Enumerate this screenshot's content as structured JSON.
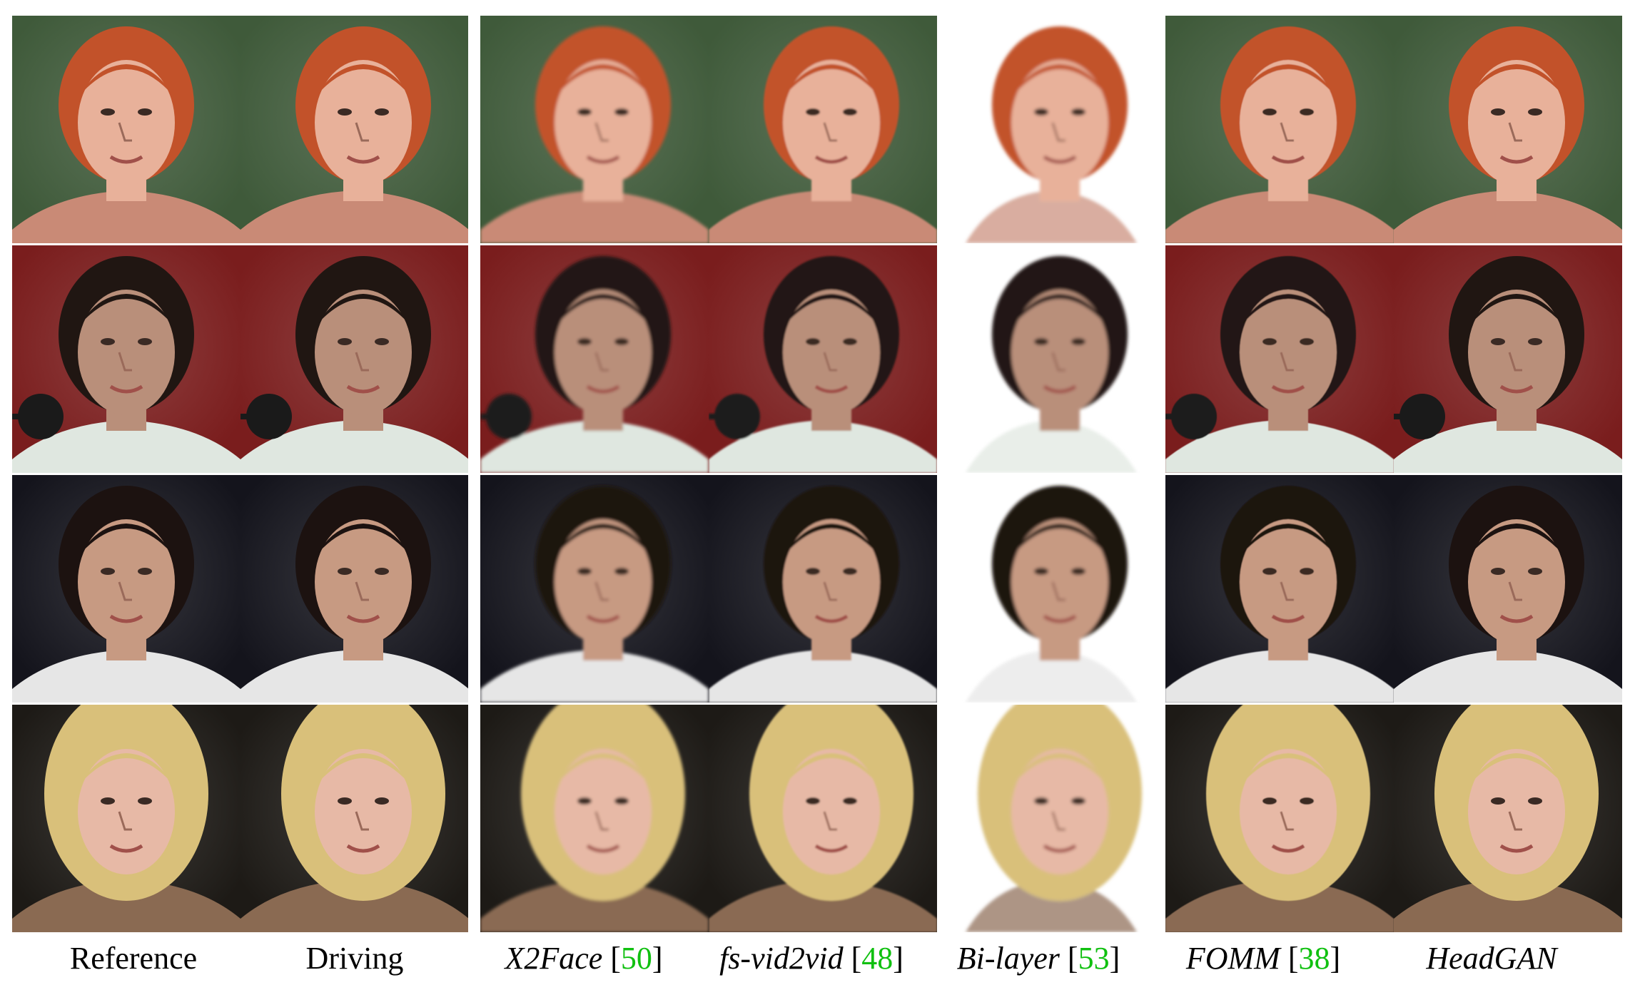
{
  "columns": [
    {
      "name": "Reference",
      "italic": false,
      "ref": null
    },
    {
      "name": "Driving",
      "italic": false,
      "ref": null
    },
    {
      "name": "X2Face",
      "italic": true,
      "ref": "50"
    },
    {
      "name": "fs-vid2vid",
      "italic": true,
      "ref": "48"
    },
    {
      "name": "Bi-layer",
      "italic": true,
      "ref": "53"
    },
    {
      "name": "FOMM",
      "italic": true,
      "ref": "38"
    },
    {
      "name": "HeadGAN",
      "italic": true,
      "ref": null
    }
  ],
  "rows": [
    {
      "subject": "red-haired woman",
      "bg": "#3f5a3a",
      "hair": "#c2522a",
      "skin": "#e8b19a",
      "cloth": "#c98a76"
    },
    {
      "subject": "dark-haired man",
      "bg": "#7a1d1d",
      "hair": "#201612",
      "skin": "#b98f7a",
      "cloth": "#dfe7e0"
    },
    {
      "subject": "dark-haired woman",
      "bg": "#14141c",
      "hair": "#1c1210",
      "skin": "#c79a82",
      "cloth": "#e6e6e6"
    },
    {
      "subject": "blonde woman",
      "bg": "#1d1a16",
      "hair": "#d9c07a",
      "skin": "#e7b9a6",
      "cloth": "#8a6a52"
    }
  ],
  "colors": {
    "citation": "#10c010",
    "caption": "#000000",
    "bilayer_bg": "#ffffff"
  }
}
